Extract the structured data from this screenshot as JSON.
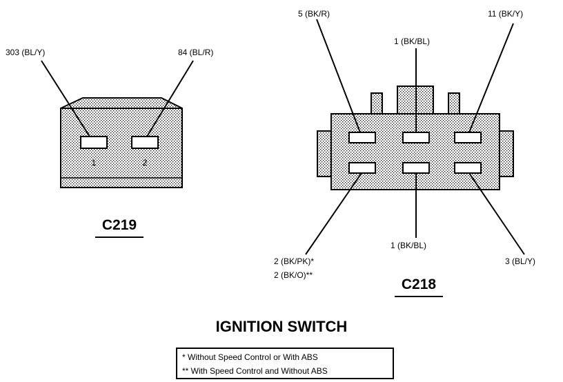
{
  "c219": {
    "name": "C219",
    "wire_left": "303 (BL/Y)",
    "wire_right": "84 (BL/R)",
    "pin_1": "1",
    "pin_2": "2"
  },
  "c218": {
    "name": "C218",
    "wire_top_left": "5 (BK/R)",
    "wire_top_center": "1 (BK/BL)",
    "wire_top_right": "11 (BK/Y)",
    "wire_bottom_center": "1 (BK/BL)",
    "wire_bottom_right": "3 (BL/Y)",
    "wire_bottom_left_1": "2 (BK/PK)*",
    "wire_bottom_left_2": "2 (BK/O)**"
  },
  "title": "IGNITION SWITCH",
  "notes": {
    "line1": "* Without Speed Control or With ABS",
    "line2": "** With Speed Control and Without ABS"
  },
  "colors": {
    "stipple": "#c8c8c8",
    "line": "#000000"
  }
}
